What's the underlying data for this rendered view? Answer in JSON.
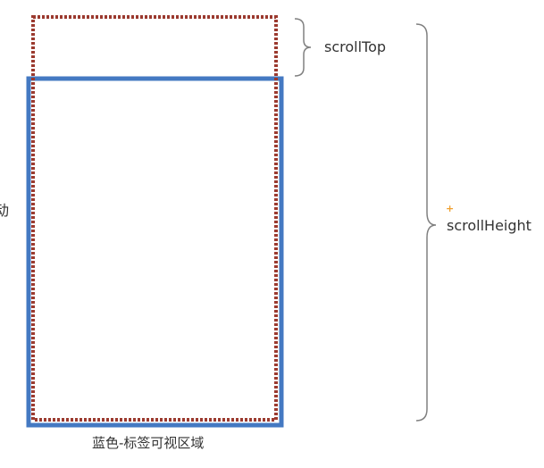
{
  "labels": {
    "scroll_top": "scrollTop",
    "scroll_height": "scrollHeight",
    "caption": "蓝色-标签可视区域",
    "left_cut_char": "动"
  },
  "marker": {
    "plus": "+"
  },
  "colors": {
    "visible_box": "#4479c2",
    "content_box": "#9b3a2f",
    "brace": "#808080",
    "text": "#333333",
    "plus_marker": "#f0a030"
  }
}
